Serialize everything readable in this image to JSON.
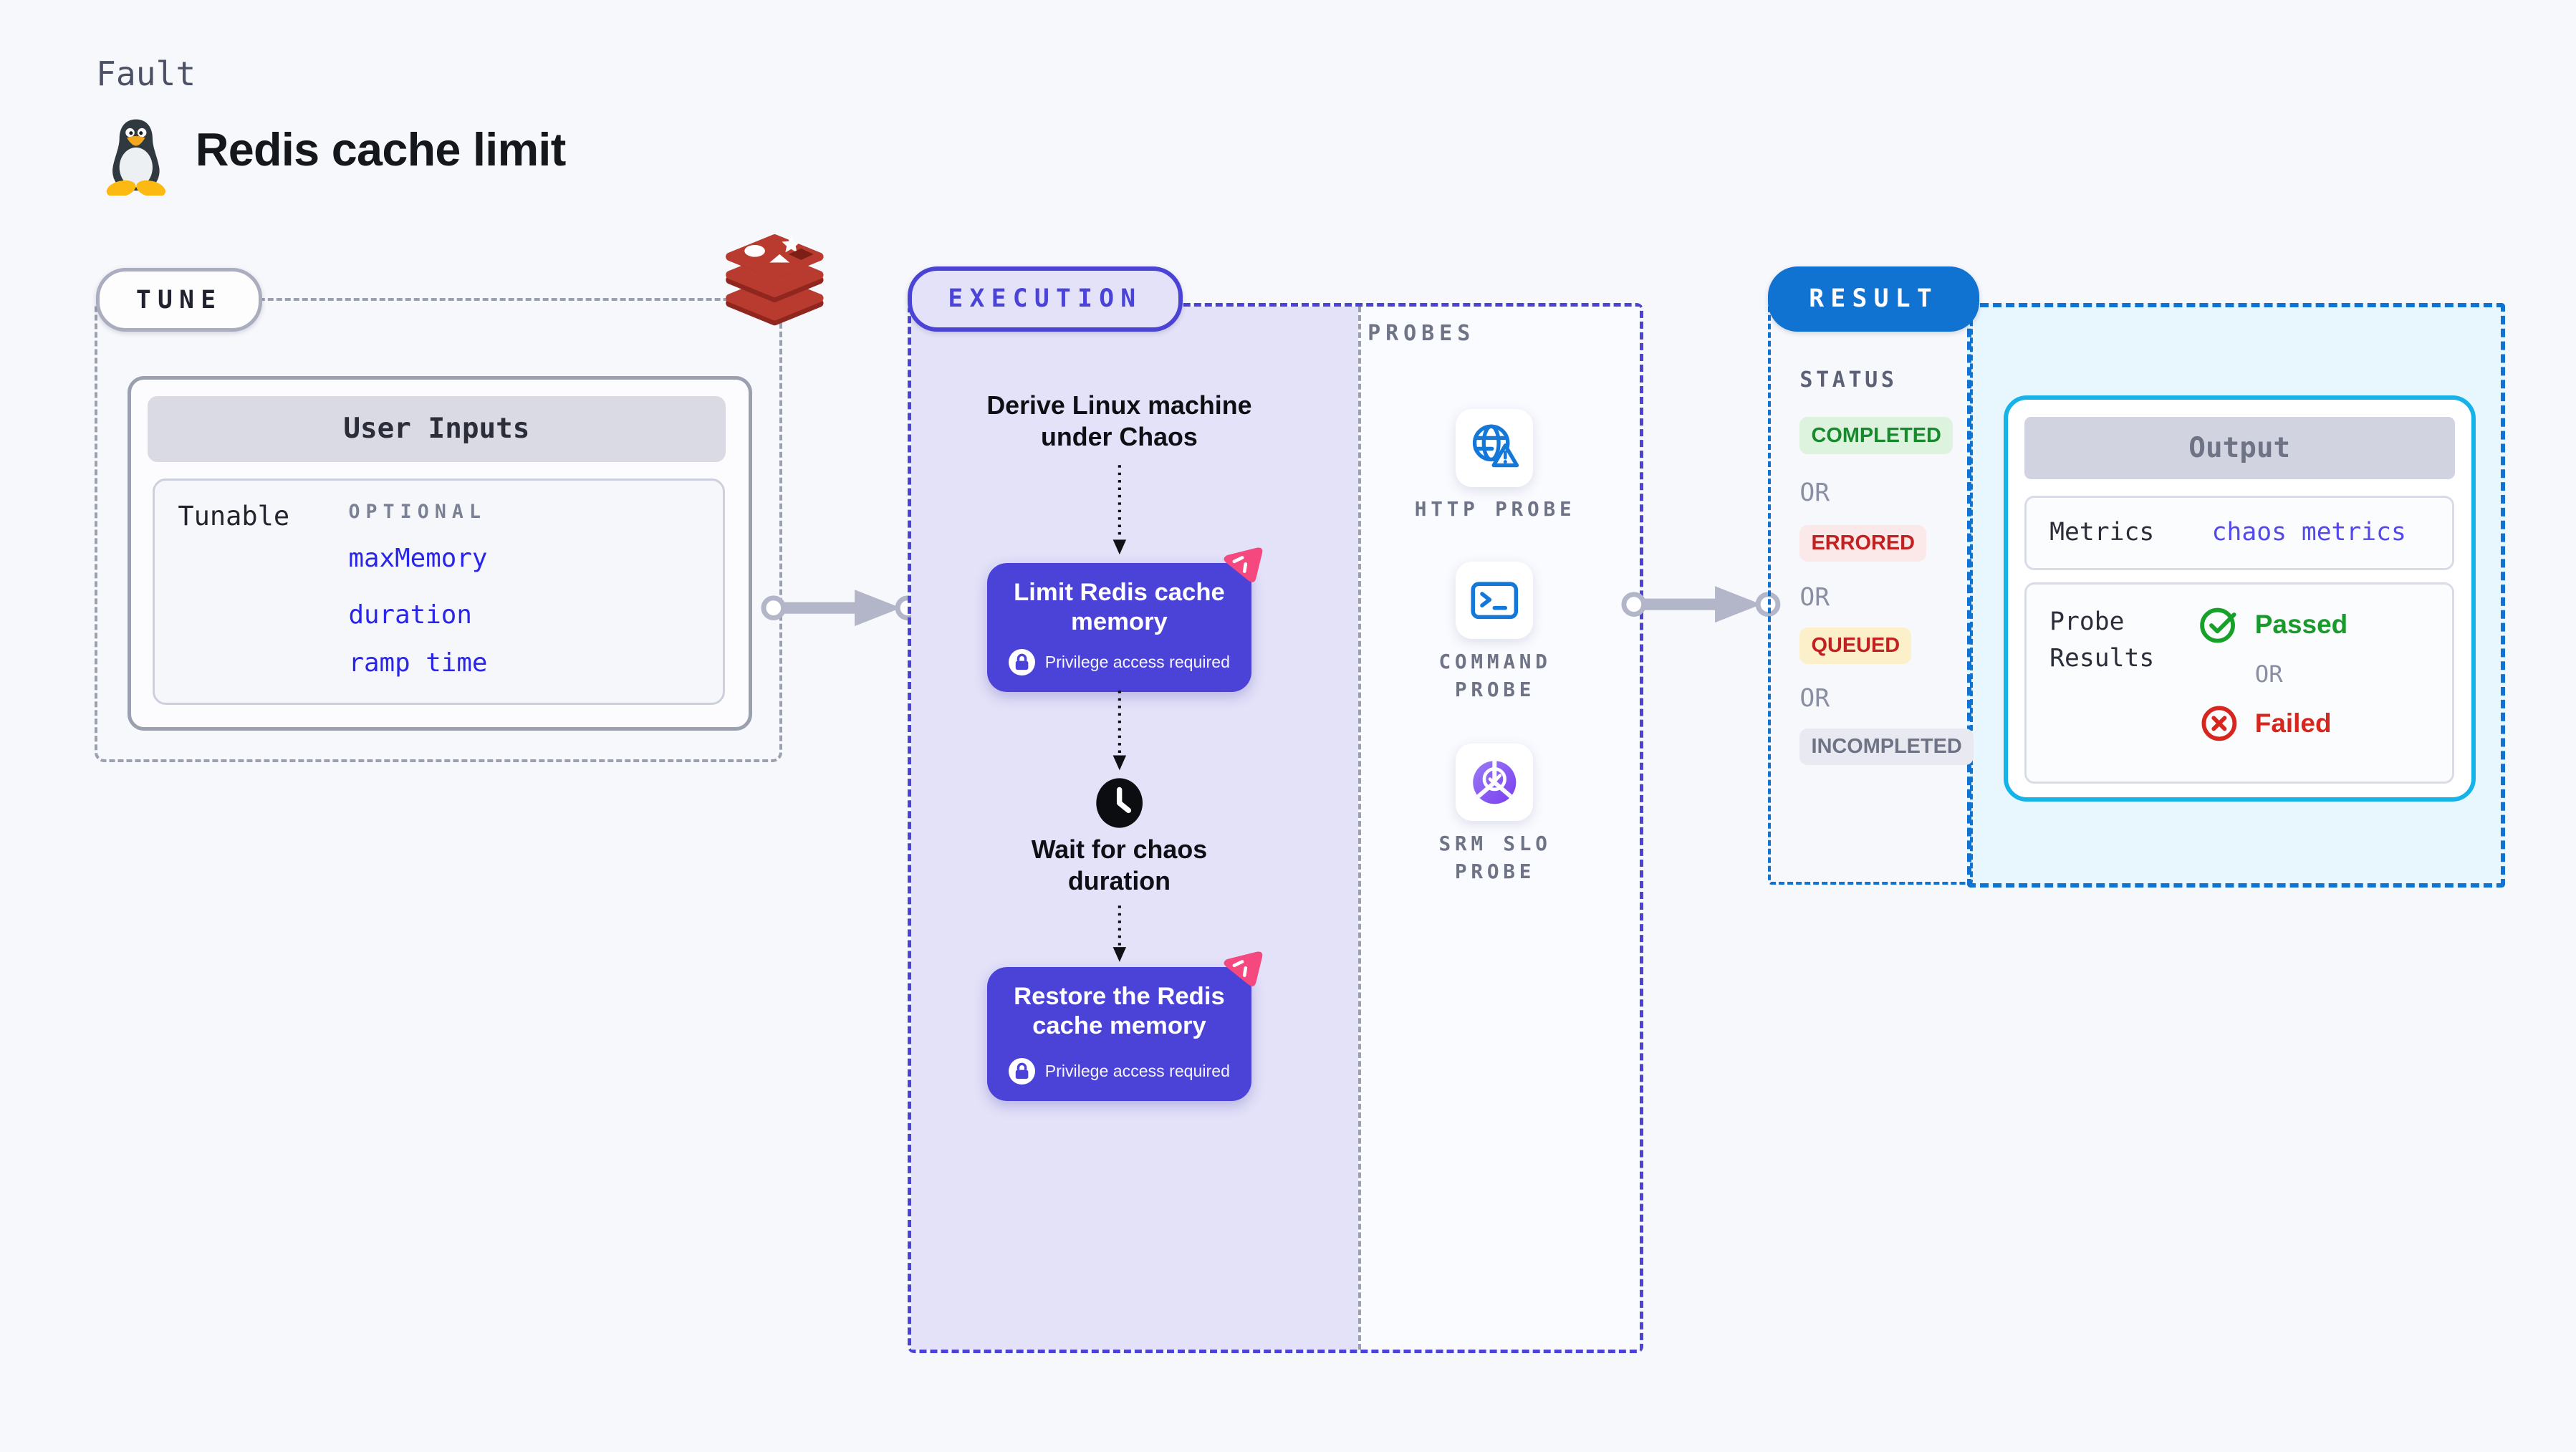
{
  "page": {
    "background": "#f7f8fc"
  },
  "header": {
    "kicker": "Fault",
    "title": "Redis cache limit",
    "platform_icon": "linux-tux"
  },
  "tune": {
    "badge_label": "TUNE",
    "logo_icon": "redis-stack",
    "user_inputs": {
      "header": "User Inputs",
      "row_label": "Tunable",
      "row_tag": "OPTIONAL",
      "links": [
        "maxMemory",
        "duration",
        "ramp time"
      ]
    }
  },
  "execution": {
    "badge_label": "EXECUTION",
    "step_derive": "Derive Linux machine under Chaos",
    "action_limit": {
      "label": "Limit Redis cache memory",
      "note": "Privilege access required"
    },
    "step_wait": "Wait for chaos duration",
    "action_restore": {
      "label": "Restore the Redis cache memory",
      "note": "Privilege access required"
    }
  },
  "probes": {
    "title": "PROBES",
    "items": [
      {
        "label": "HTTP PROBE",
        "icon": "globe-alert"
      },
      {
        "label": "COMMAND PROBE",
        "icon": "terminal"
      },
      {
        "label": "SRM SLO PROBE",
        "icon": "slo-donut"
      }
    ]
  },
  "result": {
    "badge_label": "RESULT",
    "status": {
      "title": "STATUS",
      "separator": "OR",
      "badges": [
        {
          "label": "COMPLETED",
          "bg": "#def3de",
          "color": "#178a2e"
        },
        {
          "label": "ERRORED",
          "bg": "#fbe9e9",
          "color": "#c32020"
        },
        {
          "label": "QUEUED",
          "bg": "#fcf0cb",
          "color": "#c32020"
        },
        {
          "label": "INCOMPLETED",
          "bg": "#e8e9f1",
          "color": "#6e7386"
        }
      ]
    },
    "output": {
      "header": "Output",
      "metrics_label": "Metrics",
      "metrics_link": "chaos metrics",
      "probe_results_label": "Probe Results",
      "passed_label": "Passed",
      "separator": "OR",
      "failed_label": "Failed"
    }
  },
  "colors": {
    "accent_indigo": "#4a43d6",
    "action_button": "#4b42d8",
    "result_blue": "#1173d1",
    "output_card_border": "#15b3e8",
    "link_blue": "#2a25ea",
    "output_link": "#5349ea",
    "passed_green": "#189a2c",
    "failed_red": "#d7261d",
    "probe_icon_blue": "#1478d8",
    "splash_pink": "#f5487f",
    "lavender_panel": "#e3e2f8",
    "output_panel_bg": "#e8f6fd"
  }
}
